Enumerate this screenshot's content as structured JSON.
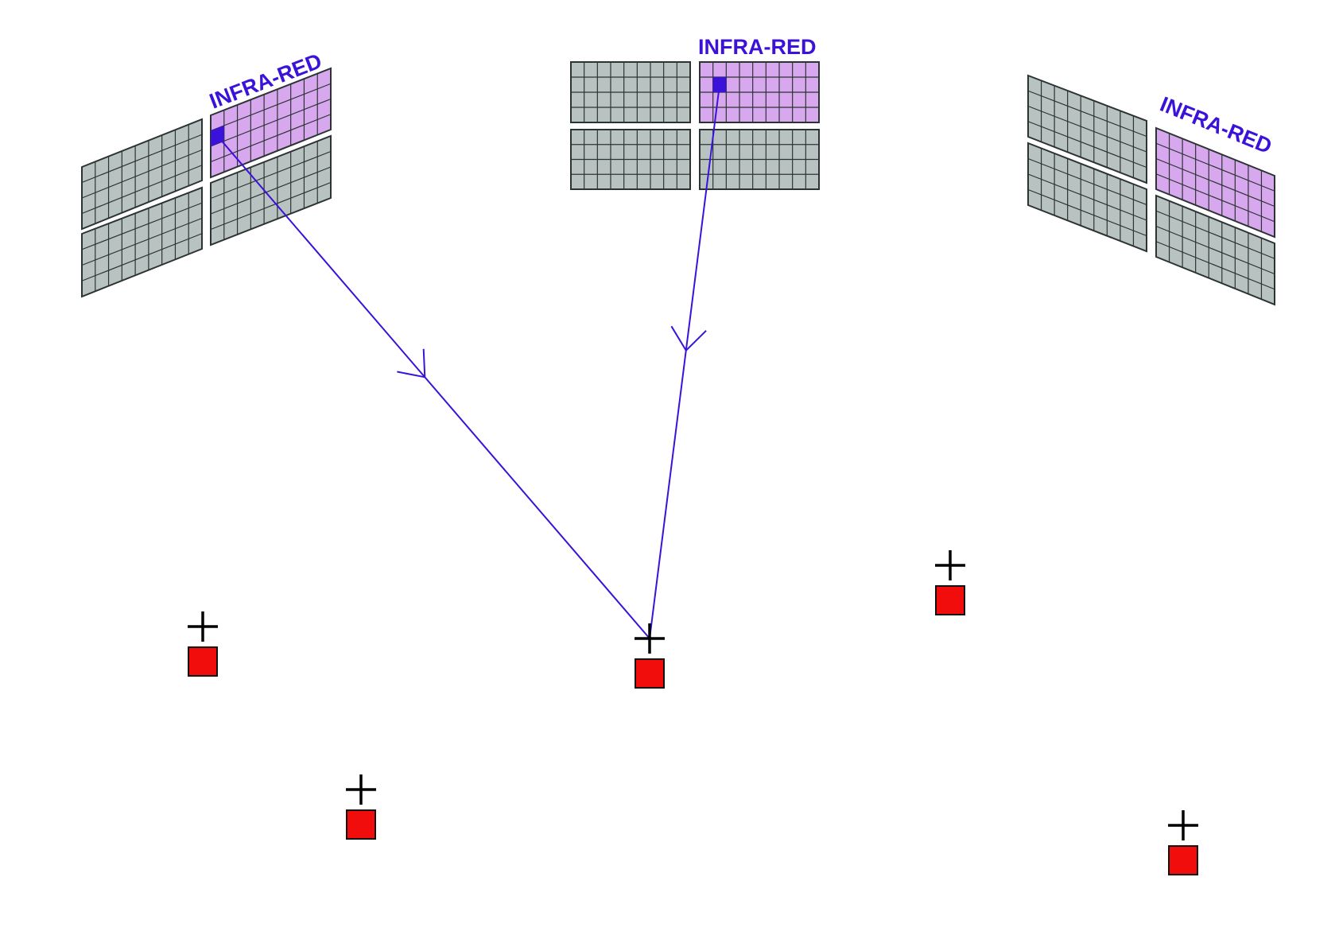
{
  "labels": {
    "infrared": "INFRA-RED"
  },
  "colors": {
    "panel_gray": "#b8c3c1",
    "panel_infrared": "#d7a8ee",
    "grid_line": "#2c3333",
    "ray": "#3a12d9",
    "detector_pixel": "#3a12d9",
    "target_marker": "#f20d0d",
    "crosshair": "#000000"
  },
  "cameras": [
    {
      "name": "left-camera",
      "infrared_quadrant": "top-right",
      "highlighted_pixel": {
        "row": 1,
        "col": 0
      }
    },
    {
      "name": "center-camera",
      "infrared_quadrant": "top-right",
      "highlighted_pixel": {
        "row": 1,
        "col": 1
      }
    },
    {
      "name": "right-camera",
      "infrared_quadrant": "top-right",
      "highlighted_pixel": null
    }
  ],
  "markers": [
    {
      "name": "marker-1"
    },
    {
      "name": "marker-2"
    },
    {
      "name": "marker-3"
    },
    {
      "name": "marker-4"
    },
    {
      "name": "marker-5"
    }
  ],
  "rays": [
    {
      "from": "left-camera",
      "to": "marker-2"
    },
    {
      "from": "center-camera",
      "to": "marker-2"
    }
  ]
}
